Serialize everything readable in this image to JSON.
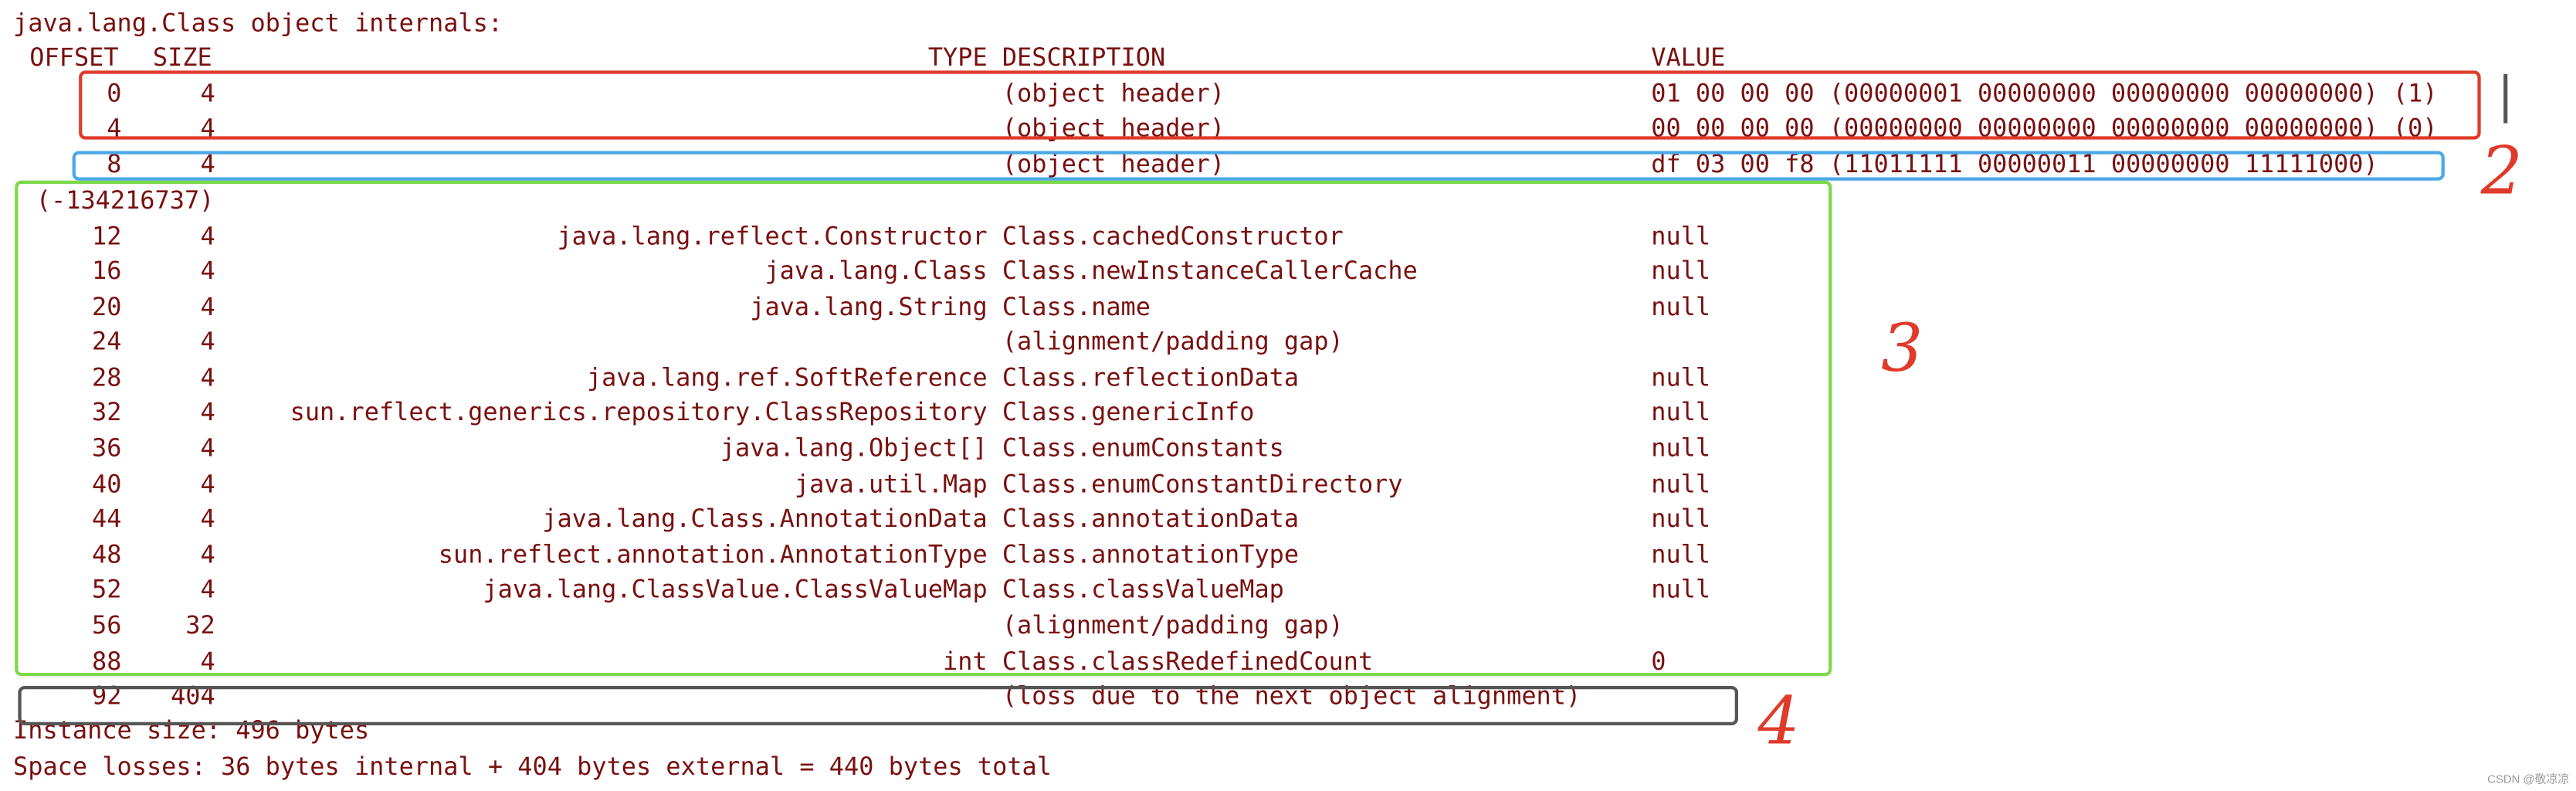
{
  "title": "java.lang.Class object internals:",
  "headers": {
    "offset": "OFFSET",
    "size": "SIZE",
    "type": "TYPE",
    "description": "DESCRIPTION",
    "value": "VALUE"
  },
  "rows": [
    {
      "offset": "0",
      "size": "4",
      "type": "",
      "description": "(object header)",
      "value": "01 00 00 00 (00000001 00000000 00000000 00000000) (1)"
    },
    {
      "offset": "4",
      "size": "4",
      "type": "",
      "description": "(object header)",
      "value": "00 00 00 00 (00000000 00000000 00000000 00000000) (0)"
    },
    {
      "offset": "8",
      "size": "4",
      "type": "",
      "description": "(object header)",
      "value": "df 03 00 f8 (11011111 00000011 00000000 11111000)"
    },
    {
      "offset": "12",
      "size": "4",
      "type": "java.lang.reflect.Constructor",
      "description": "Class.cachedConstructor",
      "value": "null"
    },
    {
      "offset": "16",
      "size": "4",
      "type": "java.lang.Class",
      "description": "Class.newInstanceCallerCache",
      "value": "null"
    },
    {
      "offset": "20",
      "size": "4",
      "type": "java.lang.String",
      "description": "Class.name",
      "value": "null"
    },
    {
      "offset": "24",
      "size": "4",
      "type": "",
      "description": "(alignment/padding gap)",
      "value": ""
    },
    {
      "offset": "28",
      "size": "4",
      "type": "java.lang.ref.SoftReference",
      "description": "Class.reflectionData",
      "value": "null"
    },
    {
      "offset": "32",
      "size": "4",
      "type": "sun.reflect.generics.repository.ClassRepository",
      "description": "Class.genericInfo",
      "value": "null"
    },
    {
      "offset": "36",
      "size": "4",
      "type": "java.lang.Object[]",
      "description": "Class.enumConstants",
      "value": "null"
    },
    {
      "offset": "40",
      "size": "4",
      "type": "java.util.Map",
      "description": "Class.enumConstantDirectory",
      "value": "null"
    },
    {
      "offset": "44",
      "size": "4",
      "type": "java.lang.Class.AnnotationData",
      "description": "Class.annotationData",
      "value": "null"
    },
    {
      "offset": "48",
      "size": "4",
      "type": "sun.reflect.annotation.AnnotationType",
      "description": "Class.annotationType",
      "value": "null"
    },
    {
      "offset": "52",
      "size": "4",
      "type": "java.lang.ClassValue.ClassValueMap",
      "description": "Class.classValueMap",
      "value": "null"
    },
    {
      "offset": "56",
      "size": "32",
      "type": "",
      "description": "(alignment/padding gap)",
      "value": ""
    },
    {
      "offset": "88",
      "size": "4",
      "type": "int",
      "description": "Class.classRedefinedCount",
      "value": "0"
    },
    {
      "offset": "92",
      "size": "404",
      "type": "",
      "description": "(loss due to the next object alignment)",
      "value": ""
    }
  ],
  "wrapped_value": "(-134216737)",
  "instance_size": "Instance size: 496 bytes",
  "space_losses": "Space losses: 36 bytes internal + 404 bytes external = 440 bytes total",
  "annotations": {
    "mark_1": "|",
    "mark_2": "2",
    "mark_3": "3",
    "mark_4": "4"
  },
  "colors": {
    "text": "#7a1010",
    "box_1": "#e03a2a",
    "box_2": "#4aa8e8",
    "box_3": "#7dd84a",
    "box_4": "#555555",
    "marks": "#e03a2a"
  },
  "watermark": "CSDN @敬凉凉"
}
